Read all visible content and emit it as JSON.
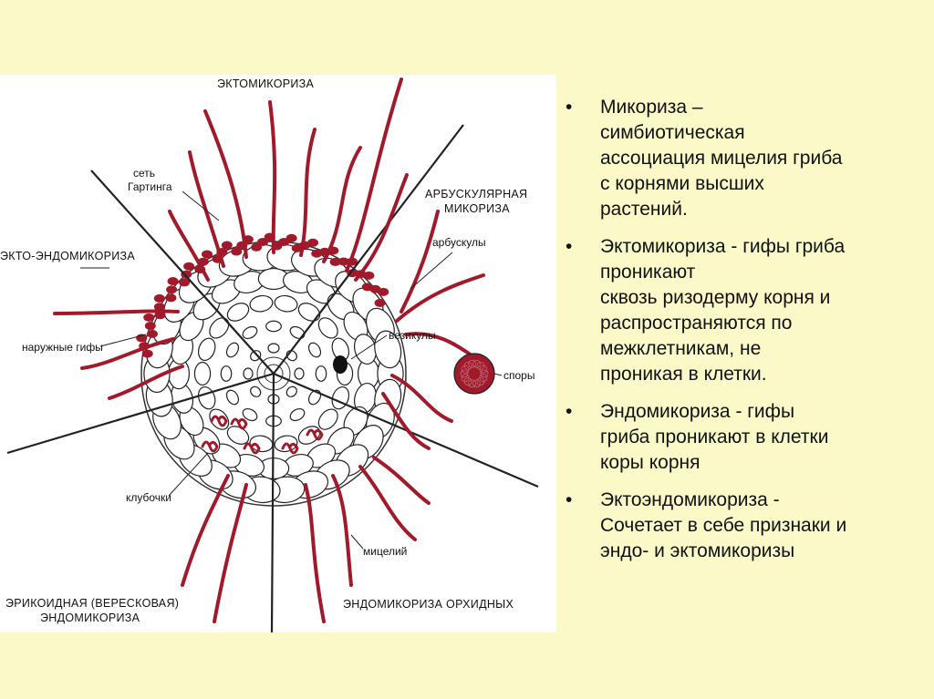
{
  "diagram": {
    "labels": {
      "ecto": "ЭКТОМИКОРИЗА",
      "hartig_net_1": "сеть",
      "hartig_net_2": "Гартинга",
      "arbuscular_1": "АРБУСКУЛЯРНАЯ",
      "arbuscular_2": "МИКОРИЗА",
      "arbuscules": "арбускулы",
      "ecto_endo": "ЭКТО-ЭНДОМИКОРИЗА",
      "outer_hyphae": "наружные гифы",
      "vesicles": "везикулы",
      "spores": "споры",
      "coils": "клубочки",
      "mycelium": "мицелий",
      "ericoid_1": "ЭРИКОИДНАЯ (ВЕРЕСКОВАЯ)",
      "ericoid_2": "ЭНДОМИКОРИЗА",
      "orchid": "ЭНДОМИКОРИЗА ОРХИДНЫХ"
    }
  },
  "bullets": [
    " Микориза –\nсимбиотическая\nассоциация мицелия гриба\n с корнями высших\nрастений.",
    "Эктомикориза - гифы гриба\nпроникают\nсквозь ризодерму корня и\nраспространяются по\nмежклетникам, не\nпроникая в клетки.",
    "Эндомикориза -  гифы\nгриба проникают в клетки\nкоры корня",
    "Эктоэндомикориза -\nСочетает в себе признаки и\nэндо- и эктомикоризы"
  ],
  "colors": {
    "background": "#fbf9c7",
    "hyphae": "#a01a2c"
  }
}
